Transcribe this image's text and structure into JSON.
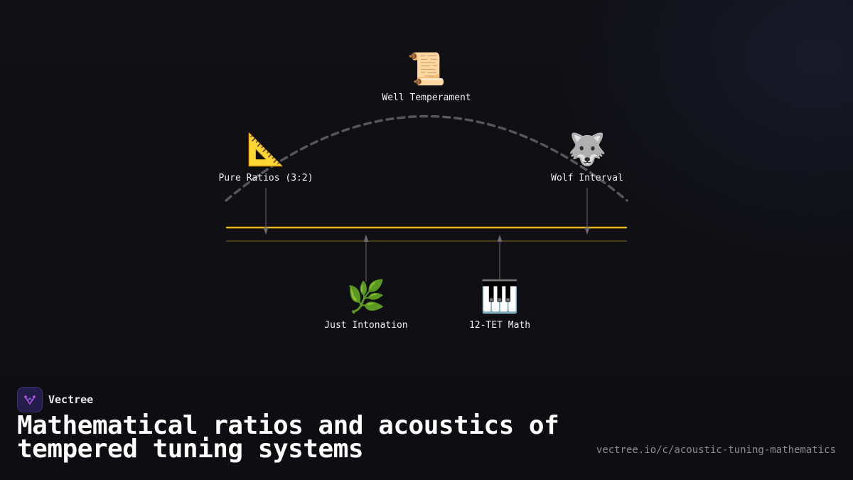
{
  "diagram": {
    "nodes": [
      {
        "id": "well-temperament",
        "label": "Well Temperament",
        "icon": "scroll",
        "emoji": "📜"
      },
      {
        "id": "pure-ratios",
        "label": "Pure Ratios (3:2)",
        "icon": "triangular-ruler",
        "emoji": "📐"
      },
      {
        "id": "wolf-interval",
        "label": "Wolf Interval",
        "icon": "wolf",
        "emoji": "🐺"
      },
      {
        "id": "just-intonation",
        "label": "Just Intonation",
        "icon": "herb",
        "emoji": "🌿"
      },
      {
        "id": "12tet-math",
        "label": "12-TET Math",
        "icon": "piano-keys",
        "emoji": "🎹"
      }
    ],
    "colors": {
      "timeline": "#e8b820",
      "timeline_secondary": "#5a4a18",
      "arc": "#55555c",
      "connector": "#6a6a70"
    }
  },
  "brand": {
    "name": "Vectree",
    "logo_icon": "vectree-logo"
  },
  "headline": "Mathematical ratios and acoustics of tempered tuning systems",
  "url": "vectree.io/c/acoustic-tuning-mathematics"
}
